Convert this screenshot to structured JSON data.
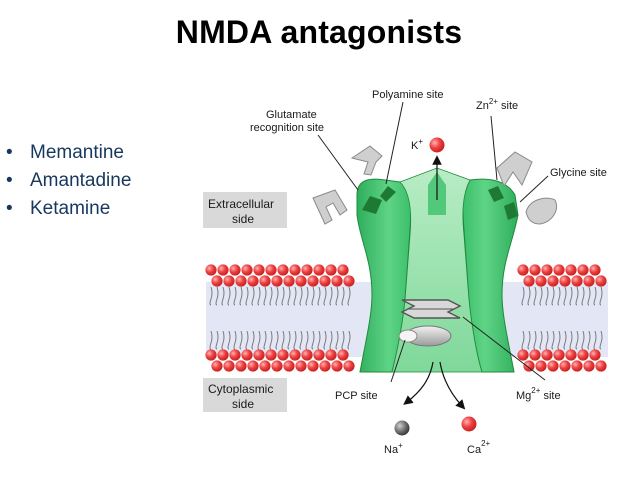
{
  "slide": {
    "title": "NMDA antagonists",
    "bullets": [
      "Memantine",
      "Amantadine",
      "Ketamine"
    ]
  },
  "diagram": {
    "labels": {
      "glutamate_line1": "Glutamate",
      "glutamate_line2": "recognition site",
      "polyamine": "Polyamine site",
      "zn": "Zn",
      "zn_sup": "2+",
      "zn_suffix": " site",
      "k": "K",
      "k_sup": "+",
      "glycine": "Glycine site",
      "extracellular_line1": "Extracellular",
      "extracellular_line2": "side",
      "cytoplasmic_line1": "Cytoplasmic",
      "cytoplasmic_line2": "side",
      "pcp": "PCP site",
      "mg": "Mg",
      "mg_sup": "2+",
      "mg_suffix": " site",
      "na": "Na",
      "na_sup": "+",
      "ca": "Ca",
      "ca_sup": "2+"
    },
    "colors": {
      "bullet_text": "#17375e",
      "channel_green": "#3bbf6a",
      "channel_dark_green": "#1e8a3c",
      "lipid_red": "#e8302f",
      "membrane_band": "#e3e6f5",
      "ion_red": "#e8302f",
      "ion_gray": "#555555",
      "label_box": "#d9d9d9"
    }
  }
}
